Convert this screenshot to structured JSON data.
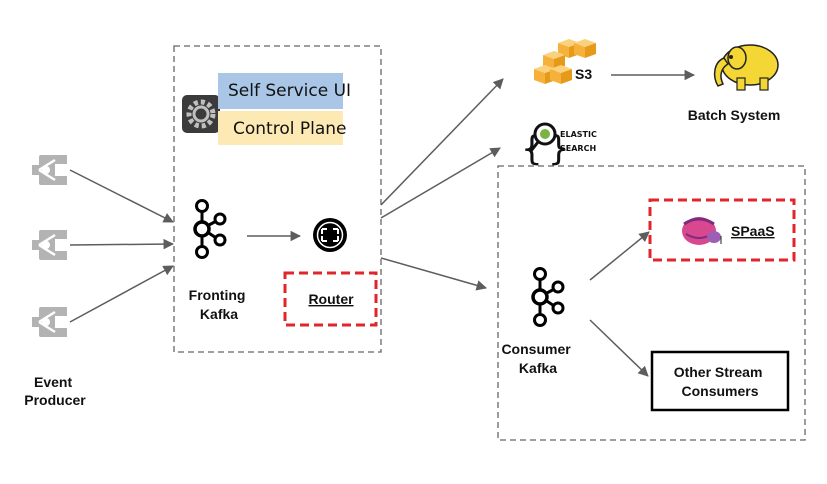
{
  "producers": {
    "label_line1": "Event",
    "label_line2": "Producer"
  },
  "fronting": {
    "self_service_label": "Self Service UI",
    "control_plane_label": "Control Plane",
    "kafka_label_line1": "Fronting",
    "kafka_label_line2": "Kafka",
    "router_label": "Router"
  },
  "sinks": {
    "s3_label": "S3",
    "batch_label": "Batch System",
    "elastic_line1": "ELASTIC",
    "elastic_line2": "SEARCH"
  },
  "consumer": {
    "kafka_label_line1": "Consumer",
    "kafka_label_line2": "Kafka",
    "spaas_label": "SPaaS",
    "other_line1": "Other Stream",
    "other_line2": "Consumers"
  },
  "colors": {
    "self_service_bg": "#a9c6e6",
    "control_plane_bg": "#fde9b3",
    "router_border": "#e0262b",
    "aws_orange": "#f6b13b",
    "hadoop_yellow": "#f4d634",
    "line_gray": "#5d5d5d"
  },
  "icons": [
    "producer-icon",
    "gear-icon",
    "kafka-icon",
    "router-icon",
    "s3-icon",
    "hadoop-elephant-icon",
    "elasticsearch-icon",
    "spaas-icon"
  ]
}
